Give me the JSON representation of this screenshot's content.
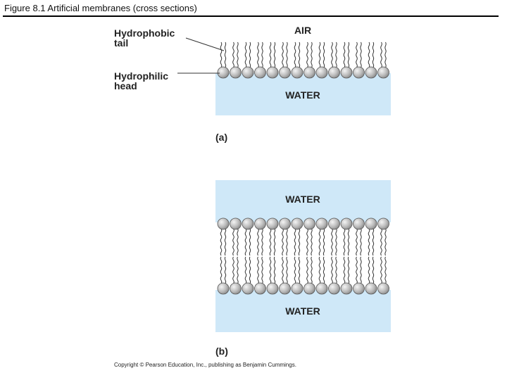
{
  "figure_title": "Figure 8.1  Artificial membranes (cross sections)",
  "panel_a": {
    "top_region": "AIR",
    "bottom_region": "WATER",
    "tail_label_line1": "Hydrophobic",
    "tail_label_line2": "tail",
    "head_label_line1": "Hydrophilic",
    "head_label_line2": "head",
    "panel_label": "(a)"
  },
  "panel_b": {
    "top_region": "WATER",
    "bottom_region": "WATER",
    "panel_label": "(b)"
  },
  "copyright": "Copyright © Pearson Education, Inc., publishing as Benjamin Cummings.",
  "colors": {
    "water": "#cfe8f8",
    "head_fill": "#bdbdbd",
    "head_stroke": "#555555",
    "title_rule": "#000000"
  }
}
